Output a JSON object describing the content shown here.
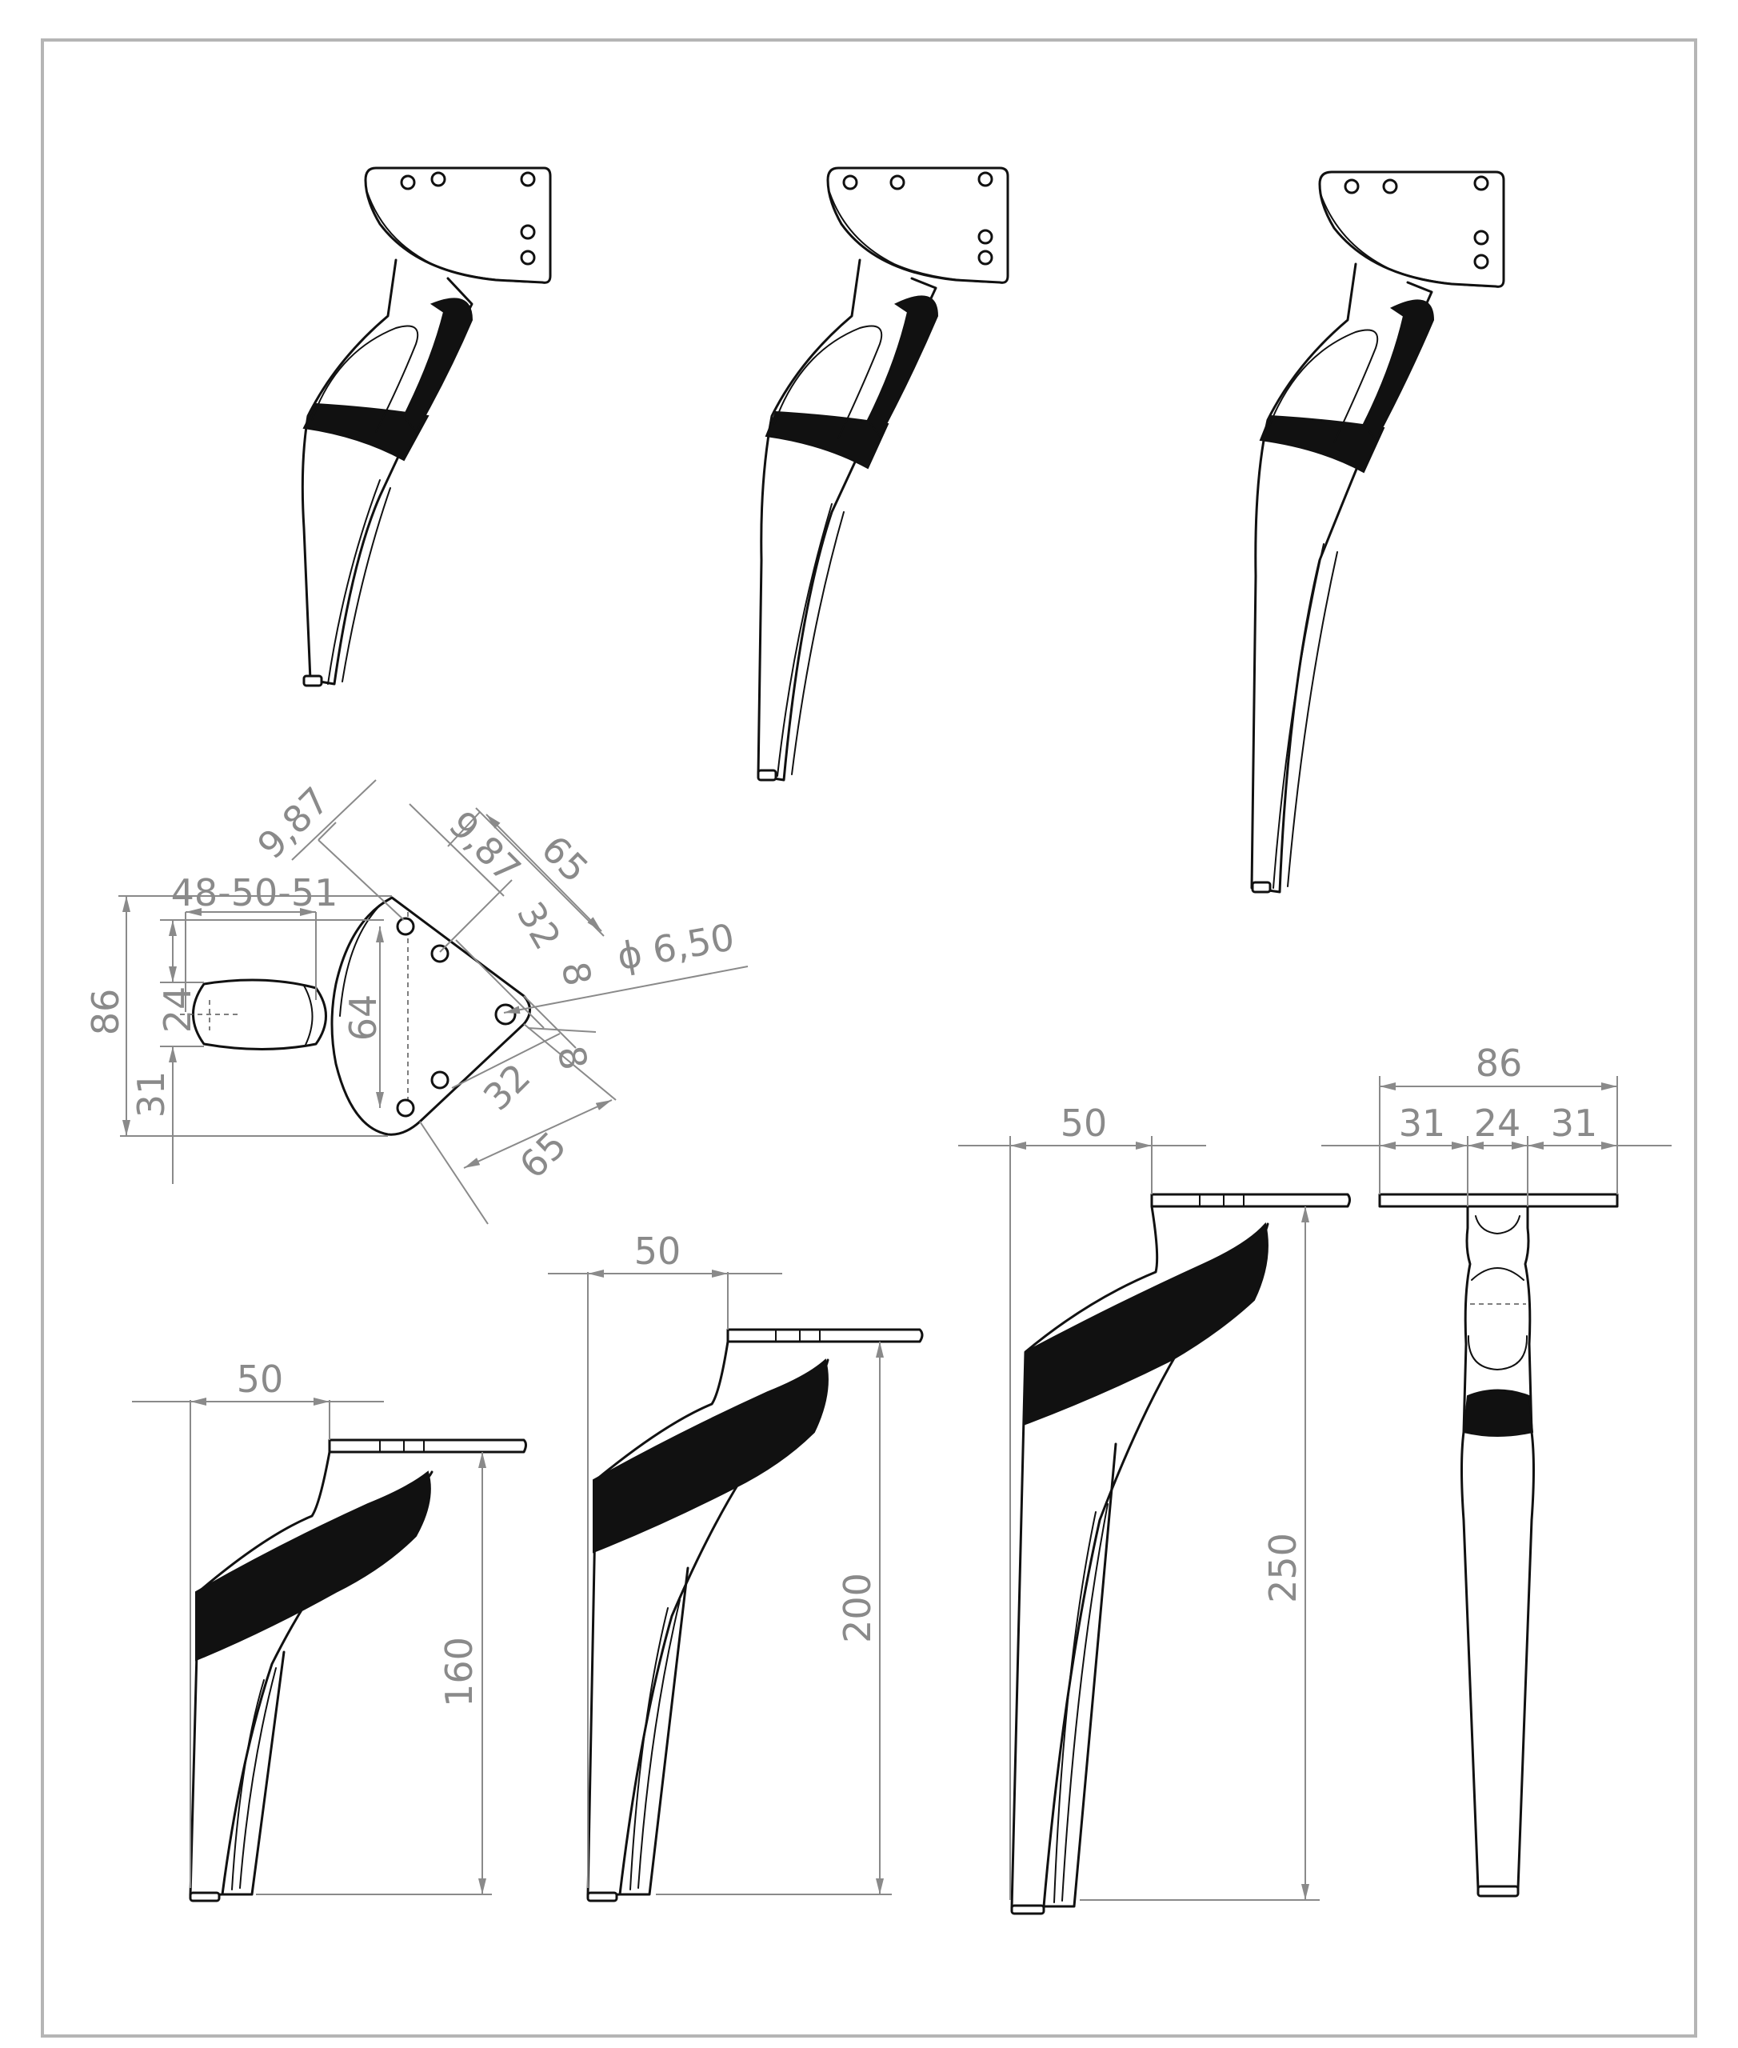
{
  "top_view": {
    "width_options": "48-50-51",
    "height": "86",
    "stem_width": "24",
    "lower_offset": "31",
    "hole_spacing": "64",
    "edge_offset_left": "9,87",
    "edge_offset_right": "9,87",
    "length_upper": "65",
    "hole_spacing_upper": "32",
    "edge_upper": "8",
    "hole_diameter": "ϕ 6,50",
    "edge_lower": "8",
    "hole_spacing_lower": "32",
    "length_lower": "65"
  },
  "side_views": [
    {
      "offset": "50",
      "height": "160"
    },
    {
      "offset": "50",
      "height": "200"
    },
    {
      "offset": "50",
      "height": "250"
    }
  ],
  "front_view": {
    "total_width": "86",
    "left": "31",
    "middle": "24",
    "right": "31"
  }
}
